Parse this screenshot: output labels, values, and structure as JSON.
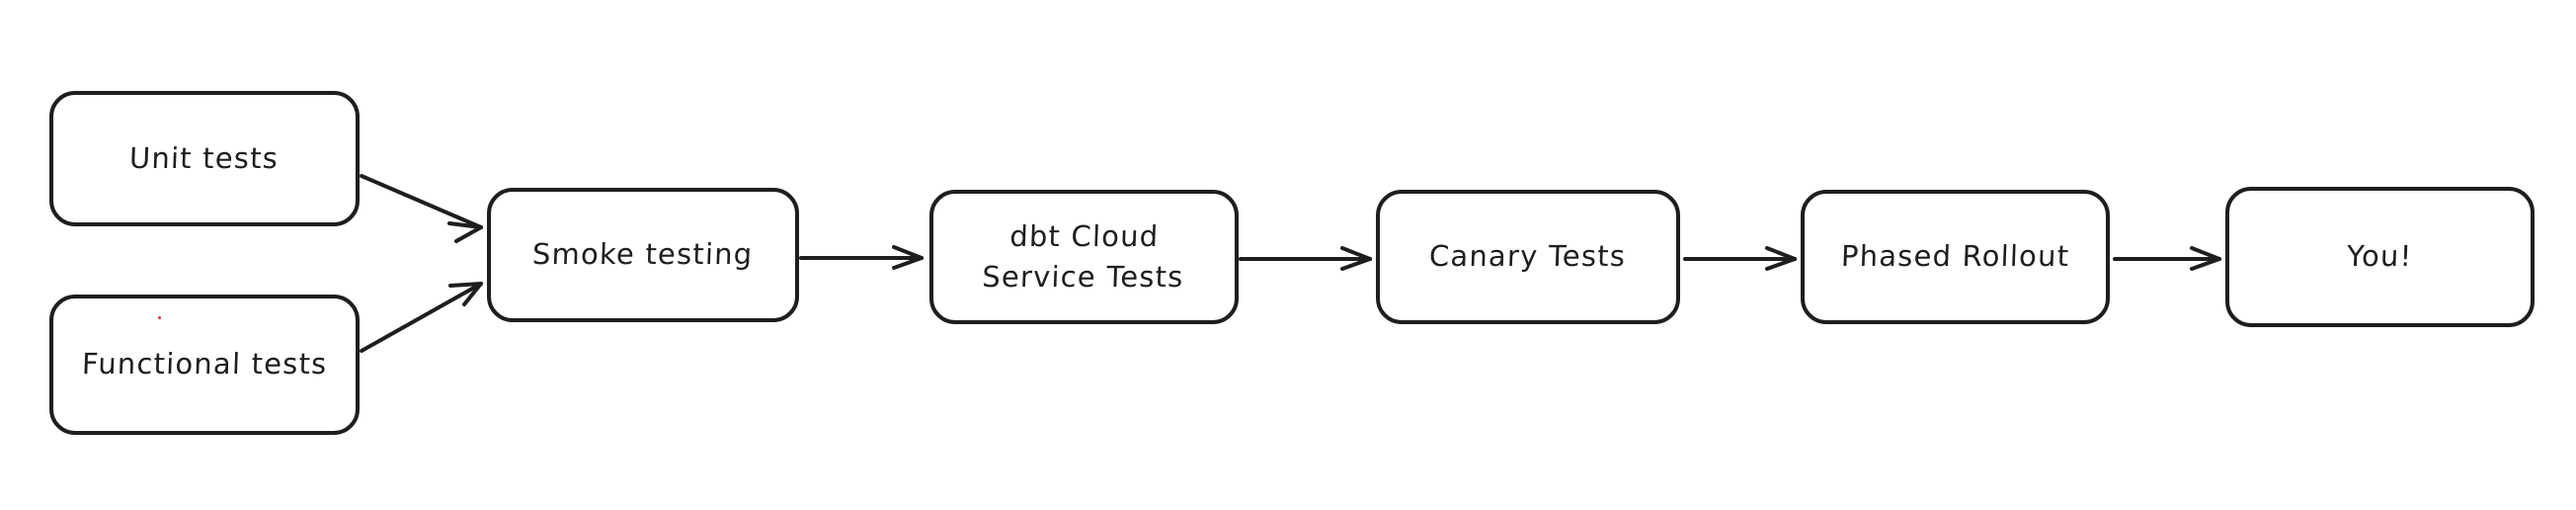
{
  "diagram": {
    "title": "Software testing and release pipeline",
    "style": "hand-drawn",
    "background_color": "#ffffff",
    "stroke_color": "#1e1e1e",
    "fill_color": "#ffffff",
    "nodes": [
      {
        "id": "unit-tests",
        "label": "Unit tests"
      },
      {
        "id": "functional-tests",
        "label": "Functional tests"
      },
      {
        "id": "smoke-testing",
        "label": "Smoke testing"
      },
      {
        "id": "dbt-cloud",
        "label": "dbt Cloud\nService Tests"
      },
      {
        "id": "canary-tests",
        "label": "Canary Tests"
      },
      {
        "id": "phased-rollout",
        "label": "Phased Rollout"
      },
      {
        "id": "you",
        "label": "You!"
      }
    ],
    "edges": [
      {
        "from": "unit-tests",
        "to": "smoke-testing",
        "arrow": "arrow-unit-to-smoke"
      },
      {
        "from": "functional-tests",
        "to": "smoke-testing",
        "arrow": "arrow-functional-to-smoke"
      },
      {
        "from": "smoke-testing",
        "to": "dbt-cloud",
        "arrow": "arrow-smoke-to-dbt"
      },
      {
        "from": "dbt-cloud",
        "to": "canary-tests",
        "arrow": "arrow-dbt-to-canary"
      },
      {
        "from": "canary-tests",
        "to": "phased-rollout",
        "arrow": "arrow-canary-to-phased"
      },
      {
        "from": "phased-rollout",
        "to": "you",
        "arrow": "arrow-phased-to-you"
      }
    ]
  }
}
